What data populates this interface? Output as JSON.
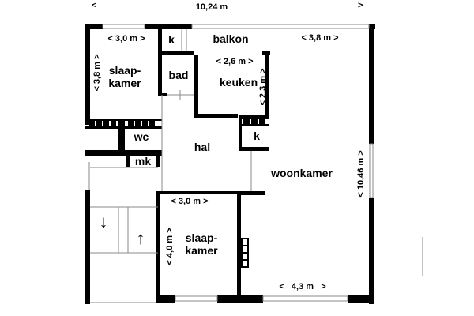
{
  "dimensions": {
    "total_width": "10,24 m",
    "total_width_left_arrow": "<",
    "total_width_right_arrow": ">",
    "bedroom1_width": "< 3,0 m >",
    "bedroom1_depth": "< 3,8 m >",
    "balcony_right": "< 3,8 m >",
    "kitchen_width": "< 2,6 m >",
    "kitchen_depth": "< 2,3 m >",
    "total_depth": "< 10,46 m >",
    "bedroom2_width": "< 3,0 m >",
    "bedroom2_depth": "< 4,0 m >",
    "living_width": "<   4,3 m   >"
  },
  "rooms": {
    "bedroom1_line1": "slaap-",
    "bedroom1_line2": "kamer",
    "closet1": "k",
    "balcony": "balkon",
    "bathroom": "bad",
    "kitchen": "keuken",
    "wc": "wc",
    "closet2": "k",
    "hall": "hal",
    "meter_cupboard": "mk",
    "living": "woonkamer",
    "bedroom2_line1": "slaap-",
    "bedroom2_line2": "kamer"
  },
  "stairs": {
    "down_arrow": "↓",
    "up_arrow": "↑"
  }
}
